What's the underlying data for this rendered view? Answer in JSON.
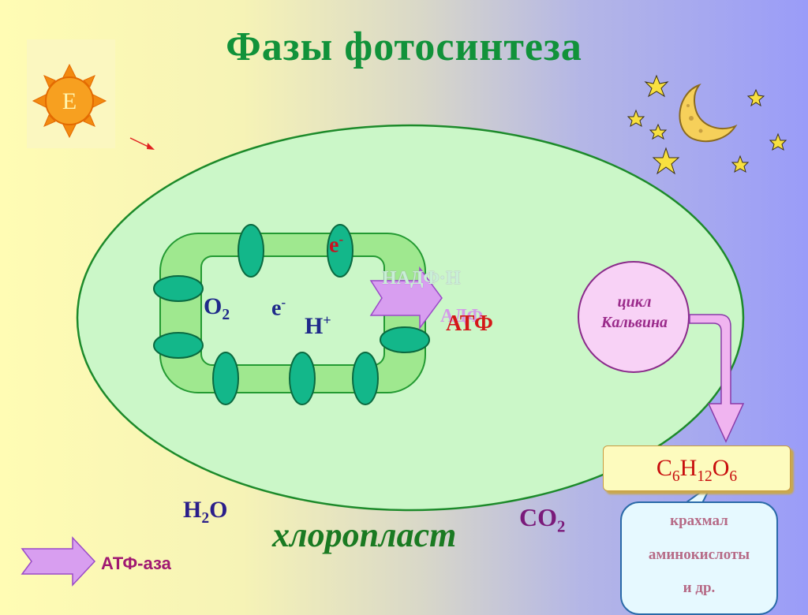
{
  "title": "Фазы фотосинтеза",
  "sun_label": "E",
  "labels": {
    "o2": "O",
    "o2_sub": "2",
    "electron": "e",
    "electron_sup": "-",
    "h_plus": "H",
    "h_plus_sup": "+",
    "nadf_h": "НАДФ·Н",
    "adf": "АДФ",
    "atf": "АТФ",
    "h2o_h": "H",
    "h2o_sub": "2",
    "h2o_o": "O",
    "co2_c": "CO",
    "co2_sub": "2",
    "chloroplast": "хлоропласт",
    "atf_aza": "АТФ-аза"
  },
  "calvin_cycle": {
    "line1": "цикл",
    "line2": "Кальвина"
  },
  "glucose": {
    "c": "C",
    "c_sub": "6",
    "h": "H",
    "h_sub": "12",
    "o": "O",
    "o_sub": "6"
  },
  "products": [
    "крахмал",
    "аминокислоты",
    "и др."
  ],
  "colors": {
    "title": "#11923a",
    "chloroplast_fill": "#cbf7c8",
    "thylakoid_fill": "#9fe88f",
    "protein": "#13b78a",
    "arrow_violet": "#d89ef0",
    "glucose_text": "#c80e0e"
  },
  "icons": [
    "sun-icon",
    "moon-icon",
    "star-icon",
    "arrow-icon"
  ]
}
